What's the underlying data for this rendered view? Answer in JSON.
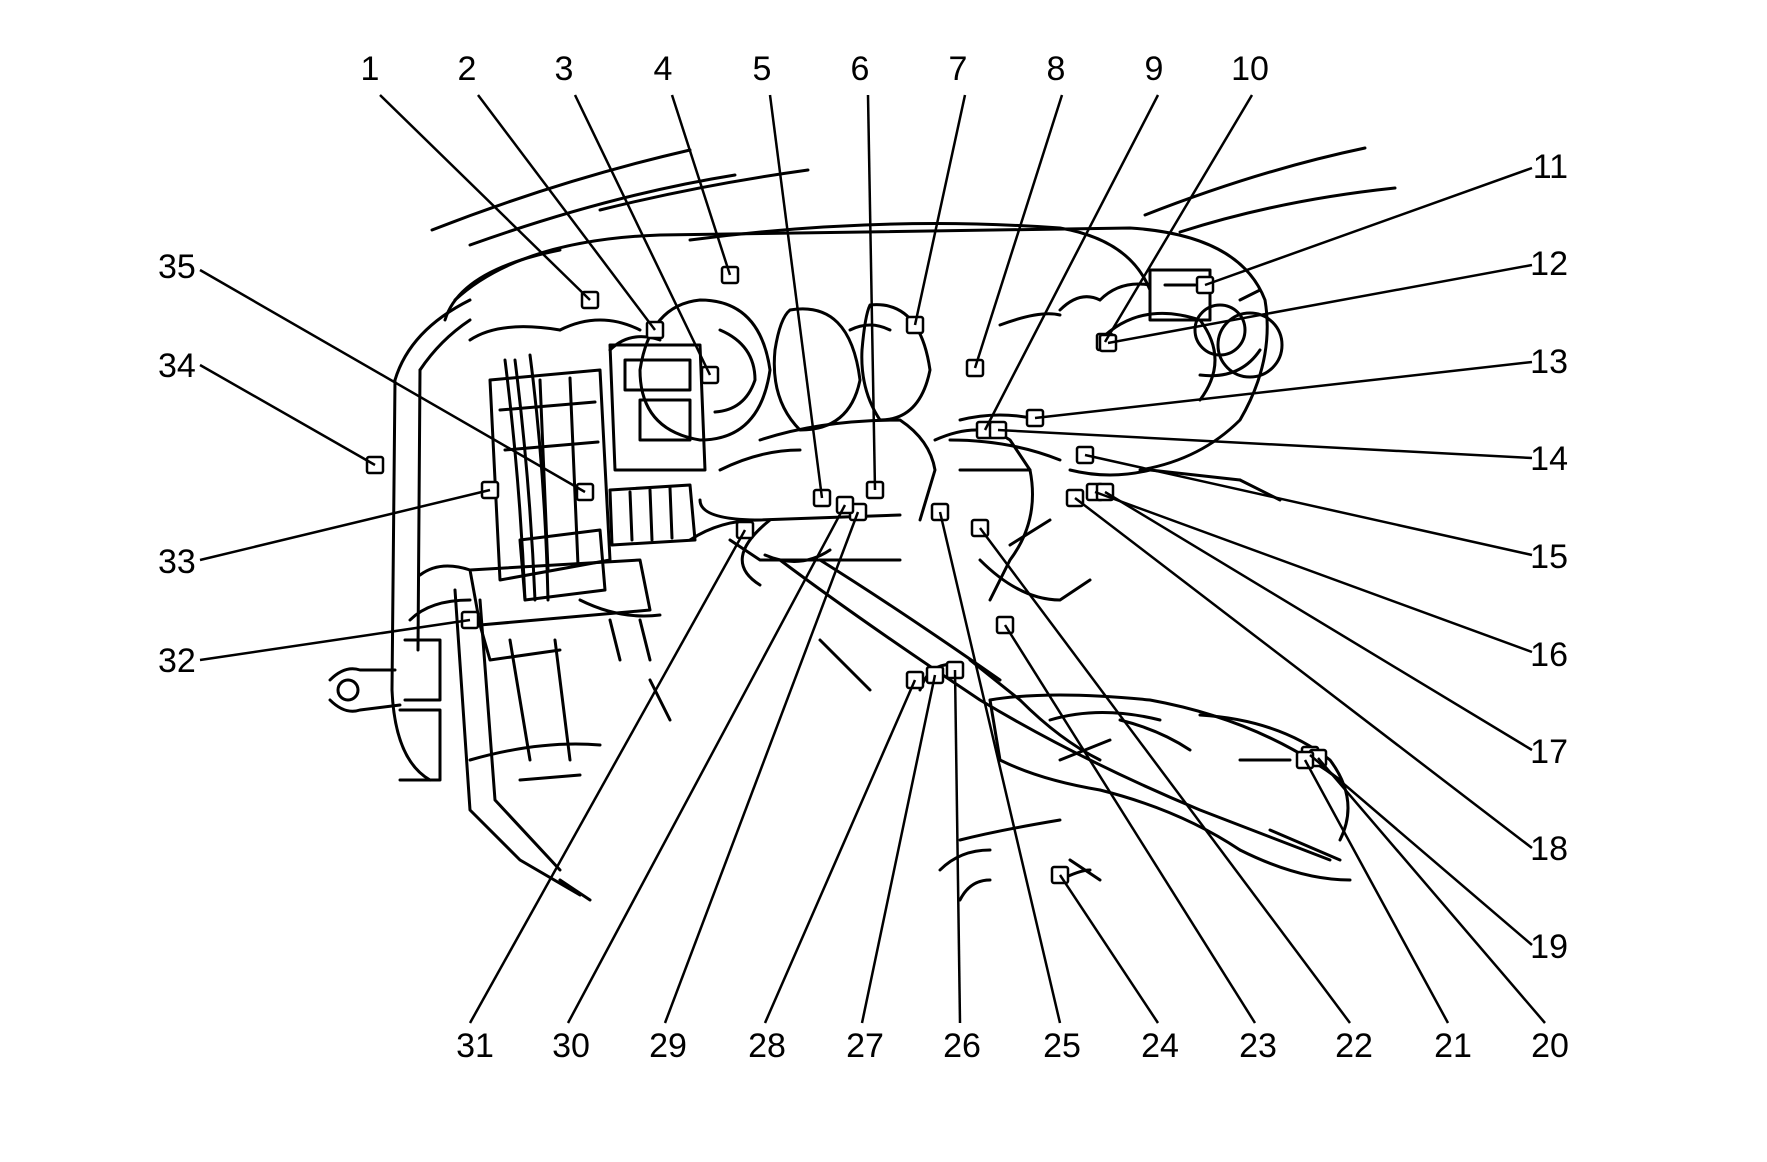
{
  "diagram": {
    "kind": "wiring-connector-location-illustration",
    "line_color": "#000000",
    "background": "#ffffff"
  },
  "callouts": [
    {
      "label": "1"
    },
    {
      "label": "2"
    },
    {
      "label": "3"
    },
    {
      "label": "4"
    },
    {
      "label": "5"
    },
    {
      "label": "6"
    },
    {
      "label": "7"
    },
    {
      "label": "8"
    },
    {
      "label": "9"
    },
    {
      "label": "10"
    },
    {
      "label": "11"
    },
    {
      "label": "12"
    },
    {
      "label": "13"
    },
    {
      "label": "14"
    },
    {
      "label": "15"
    },
    {
      "label": "16"
    },
    {
      "label": "17"
    },
    {
      "label": "18"
    },
    {
      "label": "19"
    },
    {
      "label": "20"
    },
    {
      "label": "21"
    },
    {
      "label": "22"
    },
    {
      "label": "23"
    },
    {
      "label": "24"
    },
    {
      "label": "25"
    },
    {
      "label": "26"
    },
    {
      "label": "27"
    },
    {
      "label": "28"
    },
    {
      "label": "29"
    },
    {
      "label": "30"
    },
    {
      "label": "31"
    },
    {
      "label": "32"
    },
    {
      "label": "33"
    },
    {
      "label": "34"
    },
    {
      "label": "35"
    }
  ]
}
